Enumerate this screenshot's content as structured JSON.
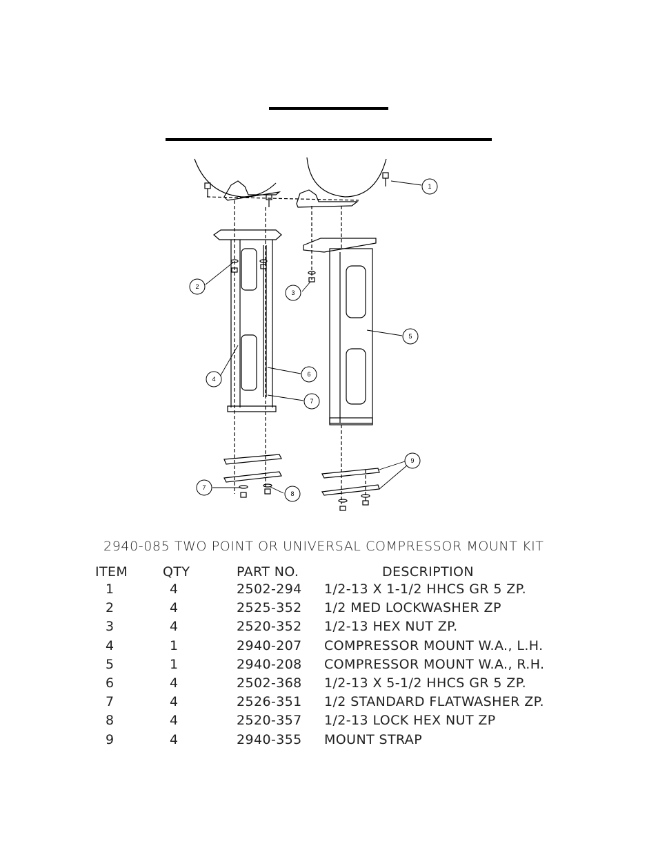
{
  "callouts": [
    "1",
    "2",
    "3",
    "4",
    "5",
    "6",
    "7",
    "7",
    "8",
    "9"
  ],
  "kit_title": "2940-085 TWO POINT OR UNIVERSAL COMPRESSOR MOUNT KIT",
  "table": {
    "headers": {
      "item": "ITEM",
      "qty": "QTY",
      "part": "PART NO.",
      "desc": "DESCRIPTION"
    },
    "rows": [
      {
        "item": "1",
        "qty": "4",
        "part": "2502-294",
        "desc": "1/2-13 X 1-1/2 HHCS GR 5 ZP."
      },
      {
        "item": "2",
        "qty": "4",
        "part": "2525-352",
        "desc": "1/2 MED LOCKWASHER ZP"
      },
      {
        "item": "3",
        "qty": "4",
        "part": "2520-352",
        "desc": "1/2-13 HEX NUT ZP."
      },
      {
        "item": "4",
        "qty": "1",
        "part": "2940-207",
        "desc": "COMPRESSOR MOUNT W.A., L.H."
      },
      {
        "item": "5",
        "qty": "1",
        "part": "2940-208",
        "desc": "COMPRESSOR MOUNT W.A., R.H."
      },
      {
        "item": "6",
        "qty": "4",
        "part": "2502-368",
        "desc": "1/2-13 X 5-1/2 HHCS GR 5 ZP."
      },
      {
        "item": "7",
        "qty": "4",
        "part": "2526-351",
        "desc": "1/2 STANDARD FLATWASHER ZP."
      },
      {
        "item": "8",
        "qty": "4",
        "part": "2520-357",
        "desc": "1/2-13 LOCK HEX NUT ZP"
      },
      {
        "item": "9",
        "qty": "4",
        "part": "2940-355",
        "desc": "MOUNT STRAP"
      }
    ]
  }
}
